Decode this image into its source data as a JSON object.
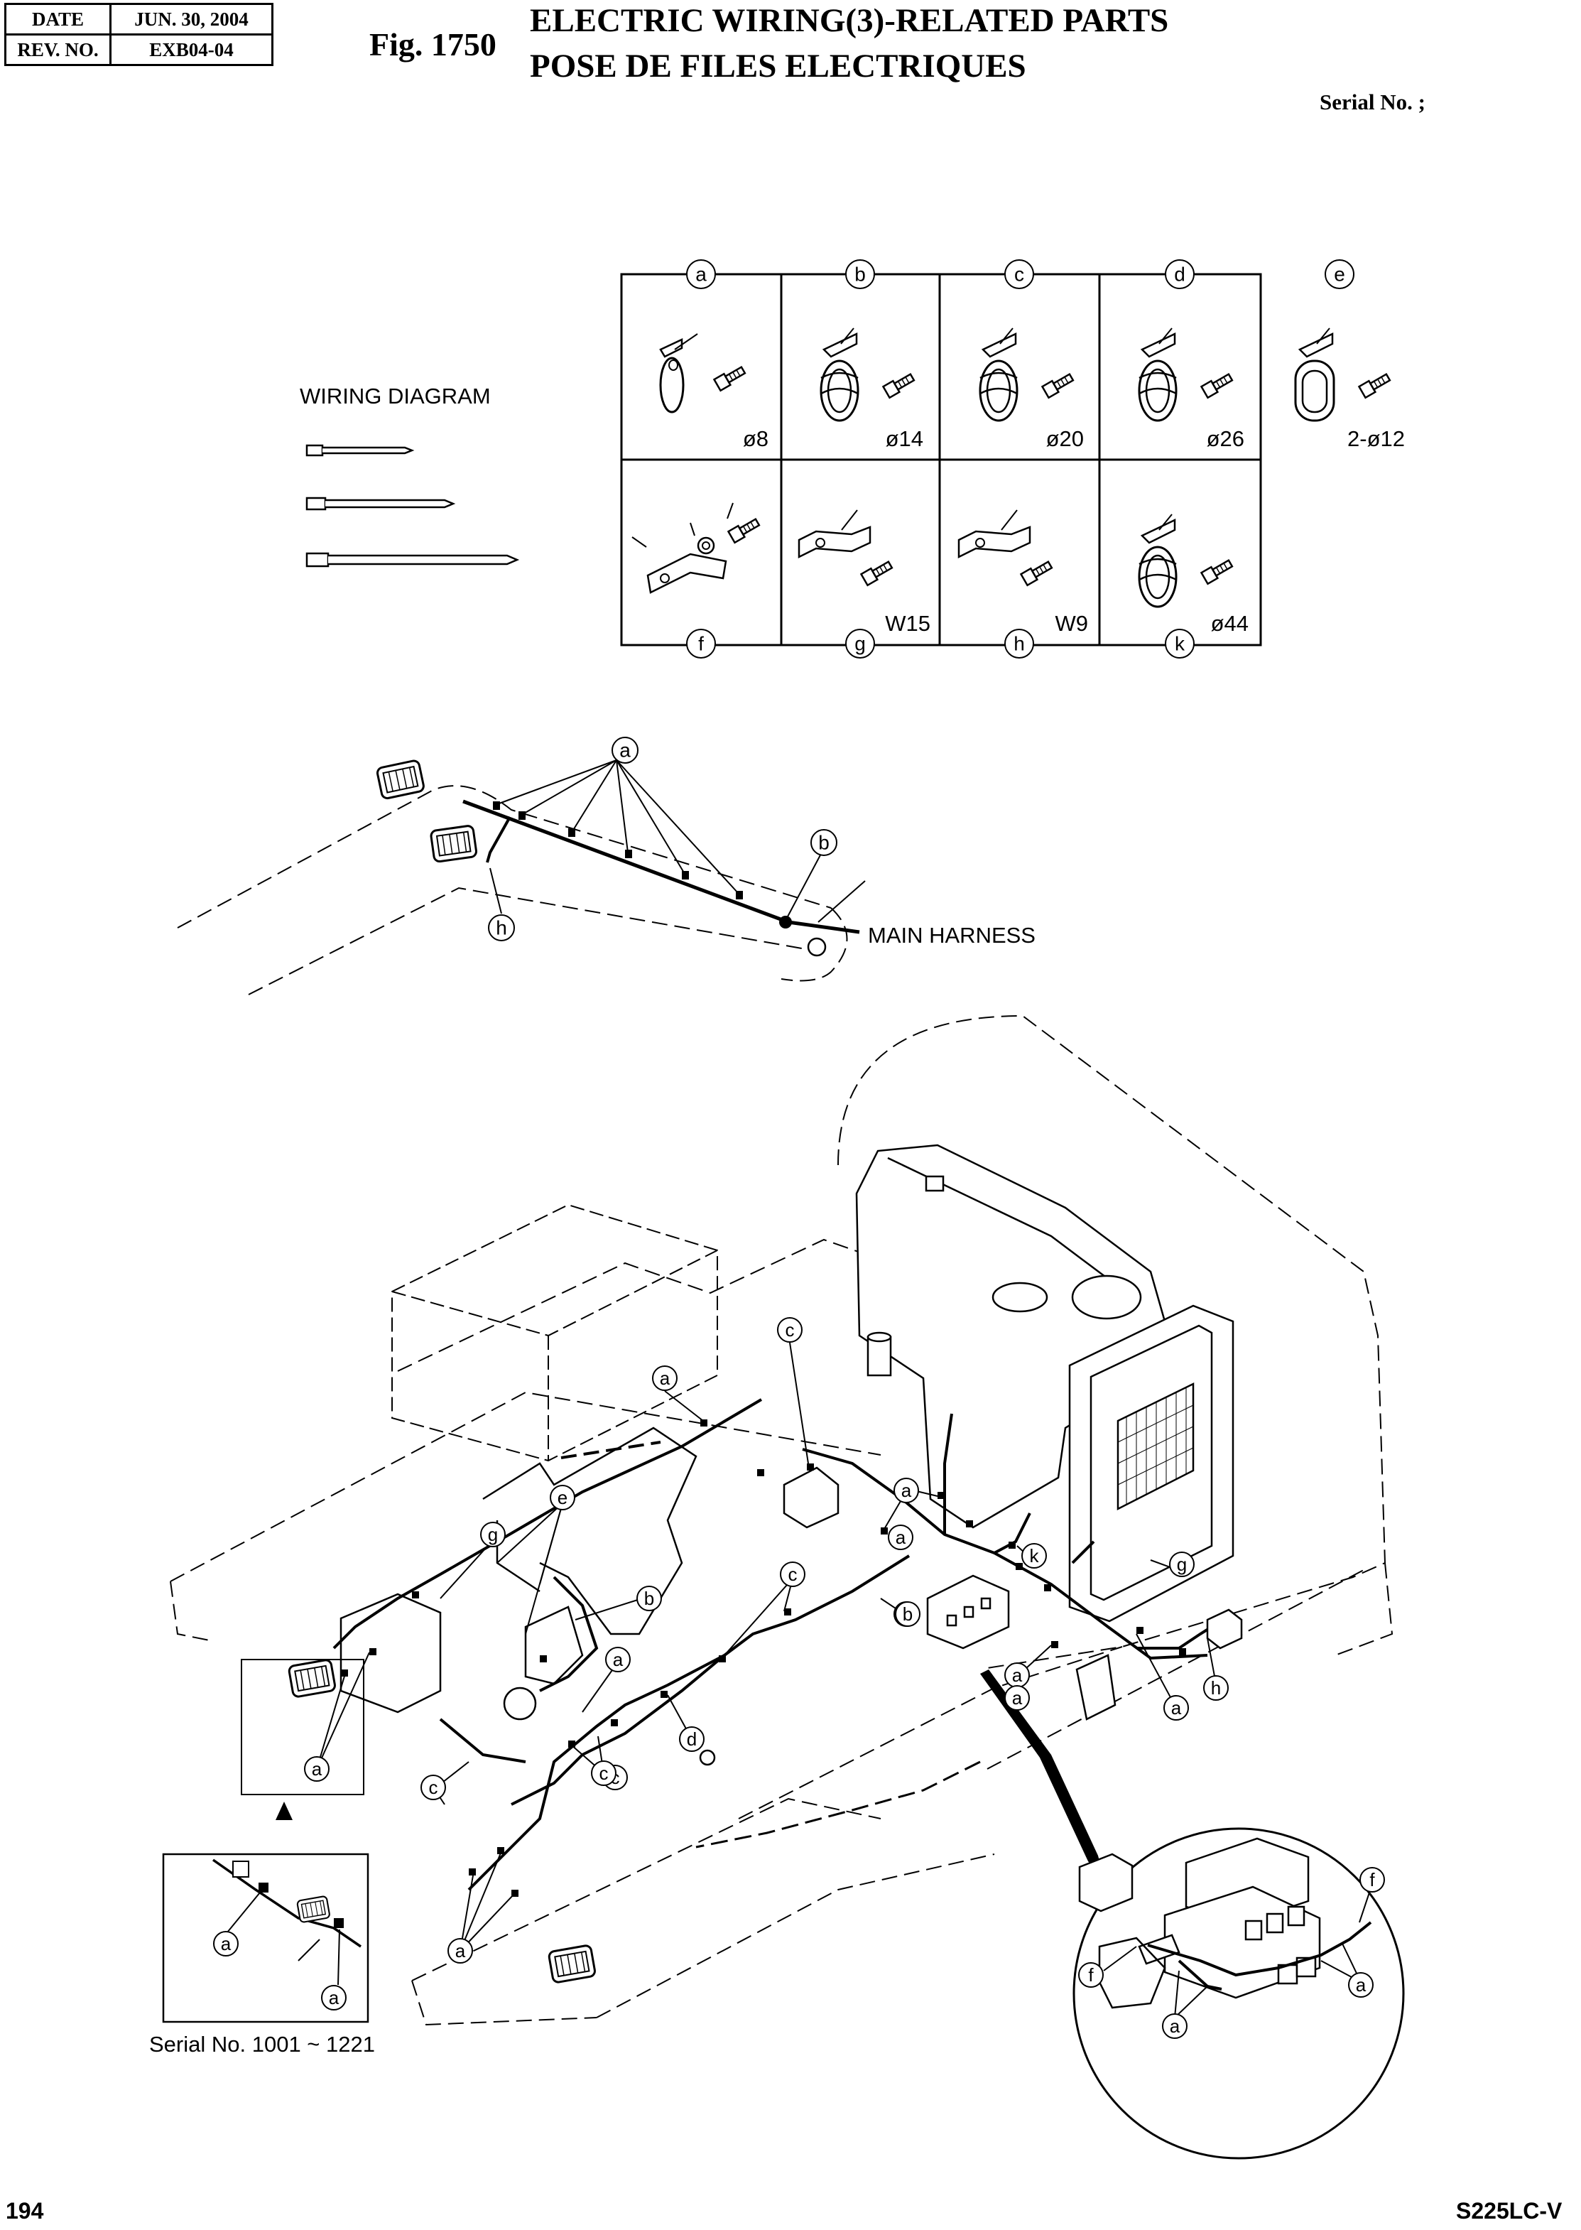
{
  "header": {
    "date_label": "DATE",
    "date_value": "JUN. 30, 2004",
    "rev_label": "REV. NO.",
    "rev_value": "EXB04-04",
    "fig_number": "Fig. 1750",
    "title_en": "ELECTRIC WIRING(3)-RELATED PARTS",
    "title_fr": "POSE DE FILES ELECTRIQUES",
    "serial_label": "Serial No. ;"
  },
  "wiring_diagram_label": "WIRING DIAGRAM",
  "clamp_table": {
    "top_row": [
      {
        "letter": "a",
        "size": "ø8"
      },
      {
        "letter": "b",
        "size": "ø14"
      },
      {
        "letter": "c",
        "size": "ø20"
      },
      {
        "letter": "d",
        "size": "ø26"
      },
      {
        "letter": "e",
        "size": "2-ø12"
      }
    ],
    "bottom_row": [
      {
        "letter": "f",
        "size": ""
      },
      {
        "letter": "g",
        "size": "W15"
      },
      {
        "letter": "h",
        "size": "W9"
      },
      {
        "letter": "k",
        "size": "ø44"
      }
    ]
  },
  "boom_labels": {
    "a": "a",
    "b": "b",
    "h": "h",
    "main_harness": "MAIN HARNESS"
  },
  "frame_callouts": {
    "a": "a",
    "b": "b",
    "c": "c",
    "d": "d",
    "e": "e",
    "f": "f",
    "g": "g",
    "h": "h",
    "k": "k"
  },
  "inset_serial": "Serial No. 1001 ~ 1221",
  "footer": {
    "page": "194",
    "model": "S225LC-V"
  }
}
